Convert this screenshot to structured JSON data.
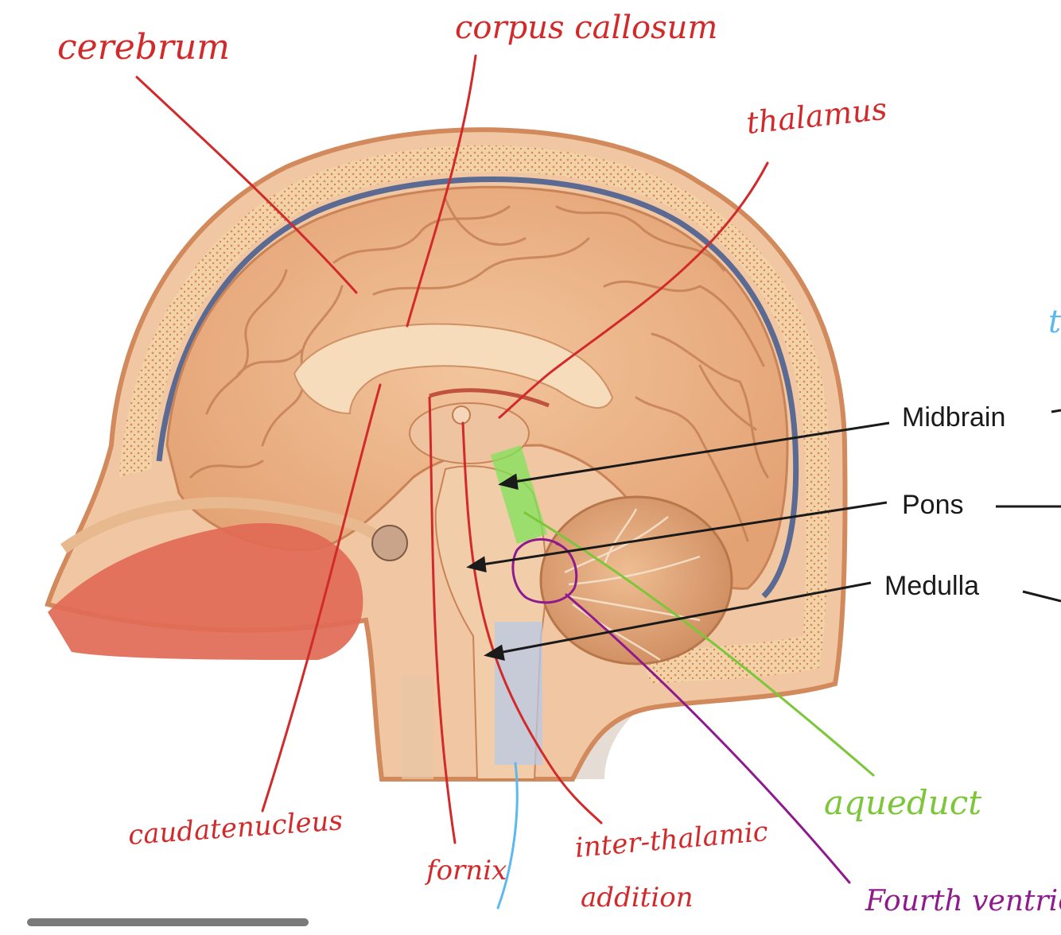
{
  "image": {
    "subject": "sagittal-section-brain-illustration"
  },
  "colors": {
    "handwritten_red": "#d22a2a",
    "handwritten_green": "#7cc63a",
    "handwritten_purple": "#8e1a8e",
    "handwritten_blue": "#5bb8f0",
    "printed_black": "#1a1a1a",
    "highlight_green": "#7fe35a",
    "highlight_blue": "#b8c8e6"
  },
  "labels": {
    "cerebrum": "cerebrum",
    "corpus_callosum": "corpus callosum",
    "thalamus": "thalamus",
    "caudate_nucleus": "caudatenucleus",
    "fornix": "fornix",
    "inter_thalamic": "inter-thalamic",
    "inter_thalamic_line2": "addition",
    "aqueduct": "aqueduct",
    "fourth_ventricle": "Fourth ventricle",
    "midbrain": "Midbrain",
    "pons": "Pons",
    "medulla": "Medulla",
    "cut_off_blue": "t"
  }
}
